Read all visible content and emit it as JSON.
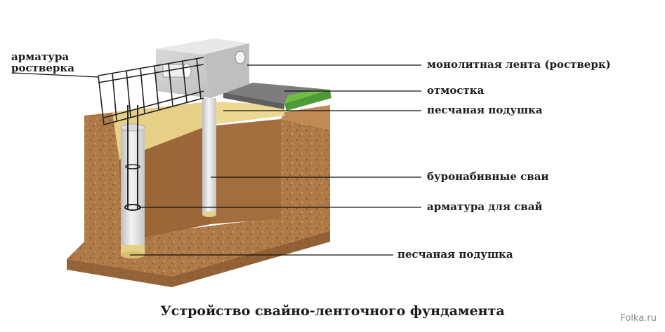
{
  "labels": {
    "rebar_grillage_line1": "арматура",
    "rebar_grillage_line2": "ростверка",
    "monolithic_strip": "монолитная лента (ростверк)",
    "blind_area": "отмостка",
    "sand_cushion_top": "песчаная подушка",
    "bored_piles": "буронабивные сваи",
    "pile_rebar": "арматура для свай",
    "sand_cushion_bottom": "песчаная подушка"
  },
  "caption": "Устройство свайно-ленточного фундамента",
  "watermark": "Folka.ru",
  "colors": {
    "soil": "#b07a48",
    "soil_dark": "#8a5a32",
    "sand": "#e6cf86",
    "concrete": "#cfcfcf",
    "pipe": "#e8e8e8",
    "rebar": "#222222",
    "grass": "#4e9a34",
    "blind_area": "#7d7d7d"
  }
}
